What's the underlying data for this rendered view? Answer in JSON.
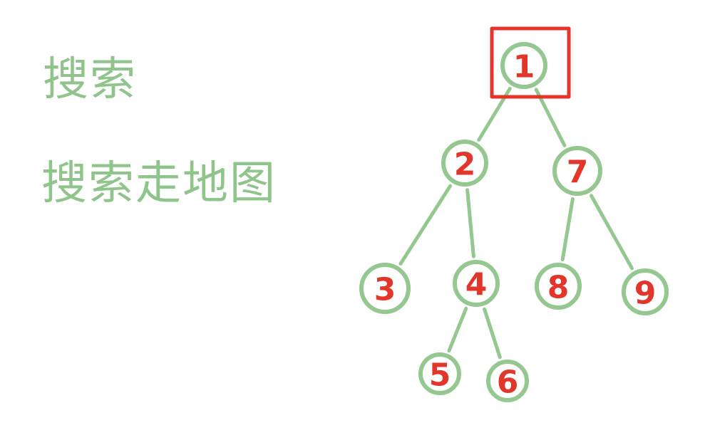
{
  "notes": {
    "title": "搜索",
    "subtitle": "搜索走地图"
  },
  "tree": {
    "nodes": [
      {
        "id": "1",
        "label": "1"
      },
      {
        "id": "2",
        "label": "2"
      },
      {
        "id": "7",
        "label": "7"
      },
      {
        "id": "3",
        "label": "3"
      },
      {
        "id": "4",
        "label": "4"
      },
      {
        "id": "8",
        "label": "8"
      },
      {
        "id": "9",
        "label": "9"
      },
      {
        "id": "5",
        "label": "5"
      },
      {
        "id": "6",
        "label": "6"
      }
    ],
    "edges": [
      [
        "1",
        "2"
      ],
      [
        "1",
        "7"
      ],
      [
        "2",
        "3"
      ],
      [
        "2",
        "4"
      ],
      [
        "4",
        "5"
      ],
      [
        "4",
        "6"
      ],
      [
        "7",
        "8"
      ],
      [
        "7",
        "9"
      ]
    ],
    "highlighted_node": "1"
  },
  "colors": {
    "edge": "#94c890",
    "label": "#e3362b",
    "note_text": "#8fc58a",
    "highlight": "#e3362b"
  }
}
